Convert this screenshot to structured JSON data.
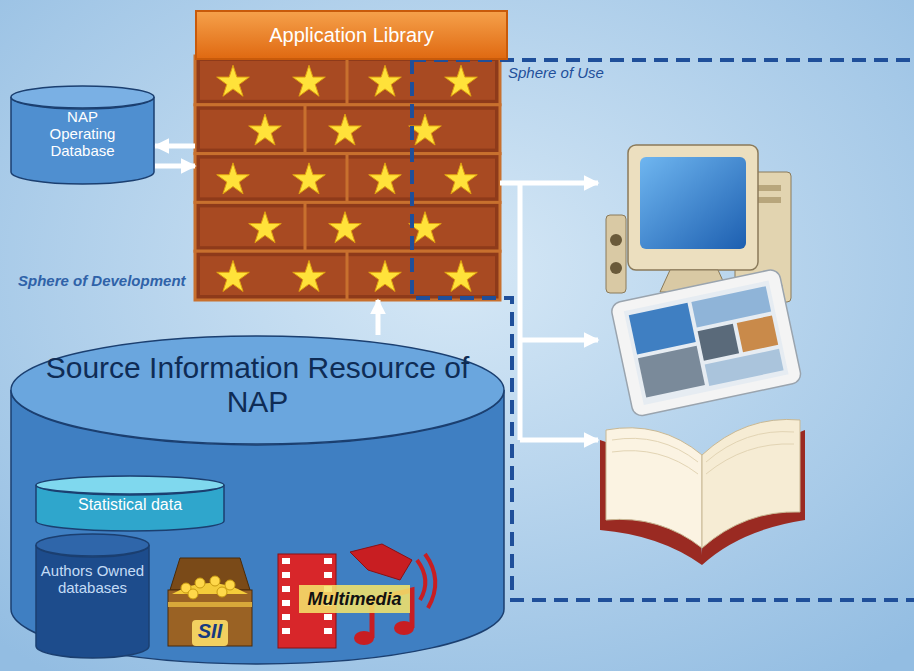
{
  "diagram": {
    "nodes": [
      {
        "text": [
          "Application Library"
        ]
      },
      {
        "text": [
          "NAP Operating Database"
        ]
      },
      {
        "text": [
          "Source Information Resource of NAP"
        ]
      },
      {
        "text": [
          "Statistical data"
        ],
        "in": 2
      },
      {
        "text": [
          "Authors Owned databases"
        ],
        "in": 2
      },
      {
        "text": [
          "SII"
        ],
        "in": 2
      },
      {
        "text": [
          "Multimedia"
        ],
        "in": 2
      }
    ],
    "edges": [
      {
        "from": 0,
        "to": 1,
        "arrow": "to"
      },
      {
        "from": 1,
        "to": 0,
        "arrow": "to"
      },
      {
        "from": 2,
        "to": 0,
        "arrow": "to"
      }
    ],
    "labels": [
      "Sphere of Use",
      "Sphere of Development"
    ]
  }
}
